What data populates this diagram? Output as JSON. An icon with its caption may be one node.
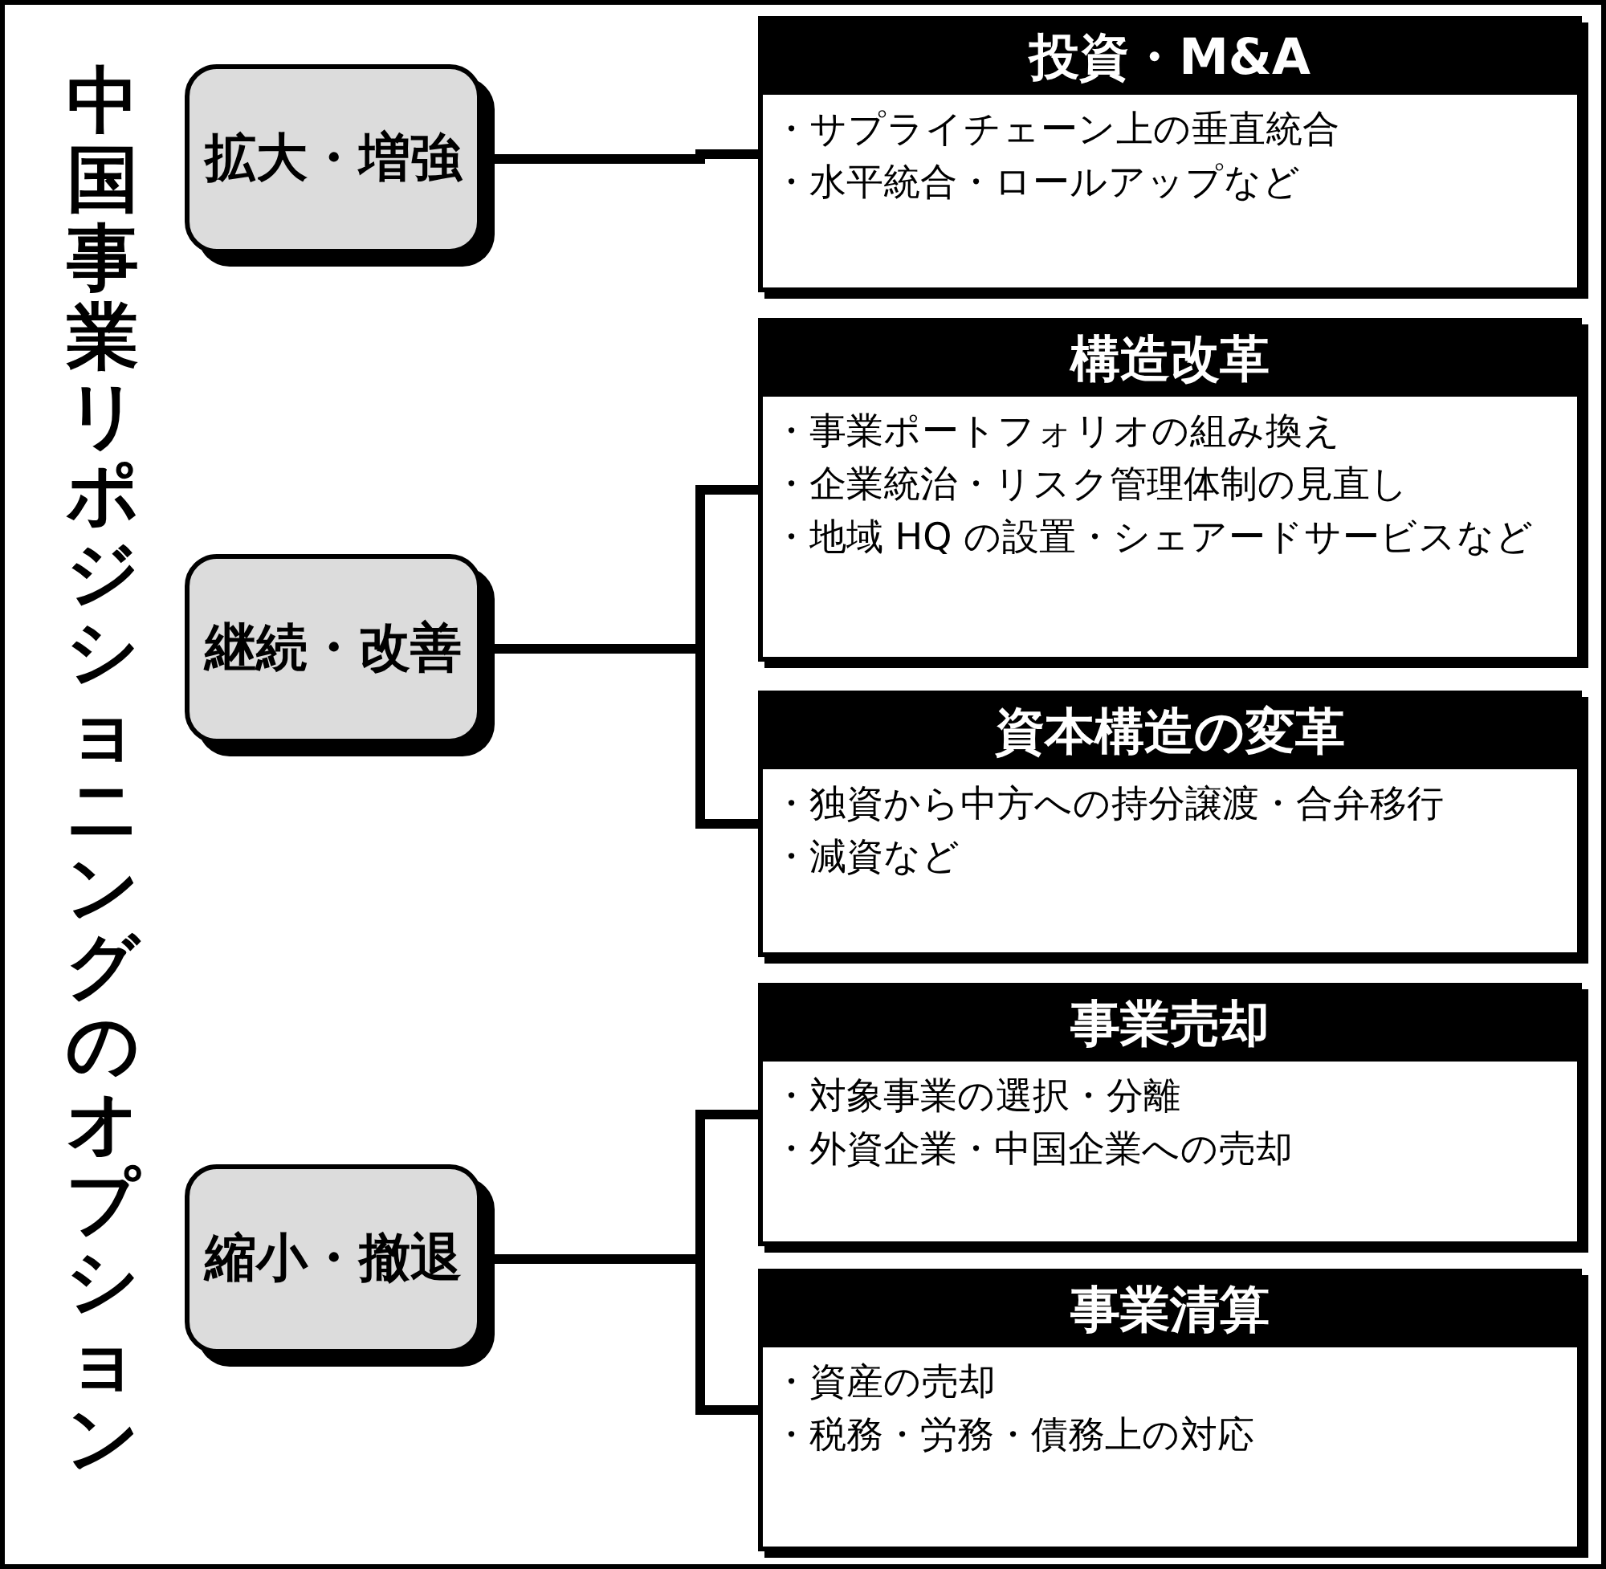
{
  "diagram": {
    "title": "中国事業リポジショニングのオプション",
    "nodes": [
      {
        "text": [
          "拡大・増強"
        ]
      },
      {
        "text": [
          "投資・M&A",
          "・サプライチェーン上の垂直統合",
          "・水平統合・ロールアップなど"
        ]
      },
      {
        "text": [
          "継続・改善"
        ]
      },
      {
        "text": [
          "構造改革",
          "・事業ポートフォリオの組み換え",
          "・企業統治・リスク管理体制の見直し",
          "・地域 HQ の設置・シェアードサービスなど"
        ]
      },
      {
        "text": [
          "資本構造の変革",
          "・独資から中方への持分譲渡・合弁移行",
          "・減資など"
        ]
      },
      {
        "text": [
          "縮小・撤退"
        ]
      },
      {
        "text": [
          "事業売却",
          "・対象事業の選択・分離",
          "・外資企業・中国企業への売却"
        ]
      },
      {
        "text": [
          "事業清算",
          "・資産の売却",
          "・税務・労務・債務上の対応"
        ]
      }
    ],
    "edges": [
      {
        "from": 0,
        "to": 1,
        "arrow": "none"
      },
      {
        "from": 2,
        "to": 3,
        "arrow": "none"
      },
      {
        "from": 2,
        "to": 4,
        "arrow": "none"
      },
      {
        "from": 5,
        "to": 6,
        "arrow": "none"
      },
      {
        "from": 5,
        "to": 7,
        "arrow": "none"
      }
    ]
  }
}
